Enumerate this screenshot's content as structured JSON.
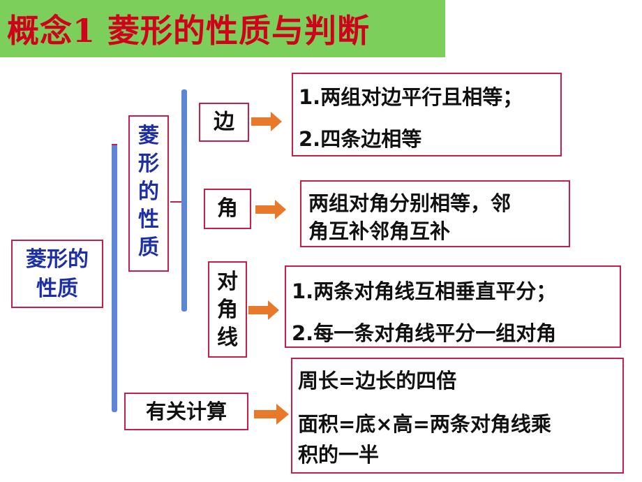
{
  "title": "概念1  菱形的性质与判断",
  "root": {
    "line1": "菱形的",
    "line2": "性质"
  },
  "property_label": [
    "菱",
    "形",
    "的",
    "性",
    "质"
  ],
  "categories": {
    "side": "边",
    "angle": "角",
    "diagonal": [
      "对",
      "角",
      "线"
    ],
    "calculation": "有关计算"
  },
  "details": {
    "side": [
      "1.两组对边平行且相等；",
      "2.四条边相等"
    ],
    "angle": [
      "两组对角分别相等，邻",
      "角互补邻角互补"
    ],
    "diagonal": [
      "1.两条对角线互相垂直平分；",
      "2.每一条对角线平分一组对角"
    ],
    "calculation": [
      "周长=边长的四倍",
      "面积=底×高=两条对角线乘",
      "积的一半"
    ]
  },
  "colors": {
    "title_bg": "#7ccf5a",
    "title_text": "#d0021b",
    "box_border": "#c41f4a",
    "bracket": "#5d86d6",
    "arrow": "#e8792a"
  }
}
